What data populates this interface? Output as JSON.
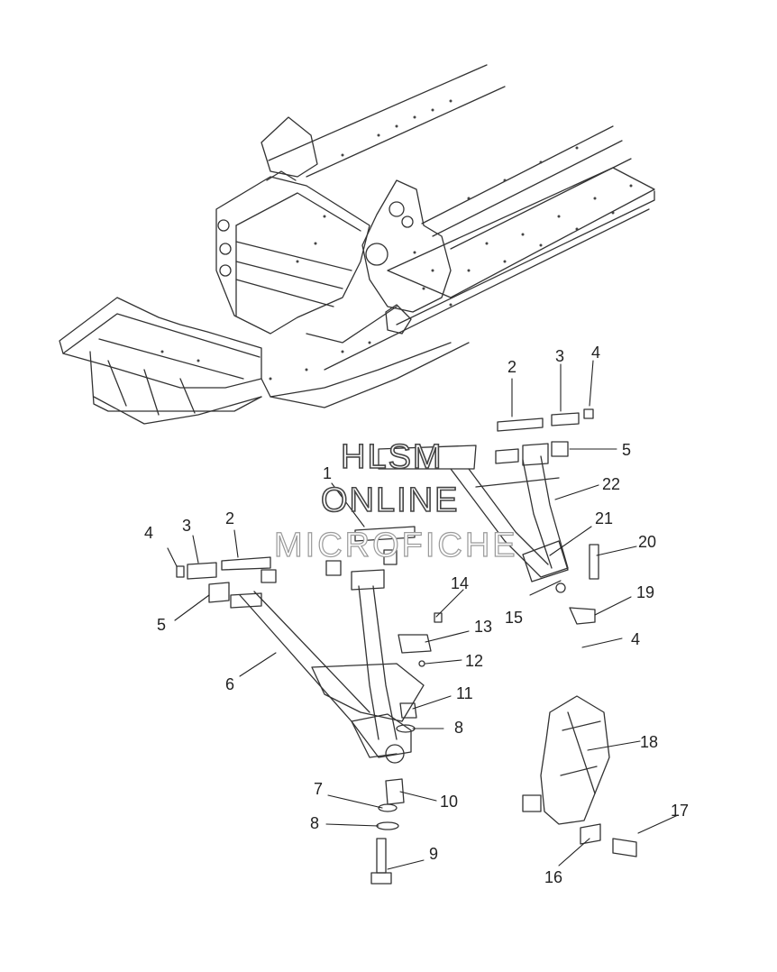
{
  "watermark": {
    "line1": "HLSM",
    "line2": "ONLINE",
    "line3": "MICROFICHE"
  },
  "callouts": [
    "1",
    "2",
    "3",
    "4",
    "5",
    "6",
    "7",
    "8",
    "9",
    "10",
    "11",
    "12",
    "13",
    "14",
    "15",
    "16",
    "17",
    "18",
    "19",
    "20",
    "21",
    "22"
  ],
  "colors": {
    "line": "#333333",
    "text": "#222222",
    "watermark_stroke": "#444444"
  }
}
